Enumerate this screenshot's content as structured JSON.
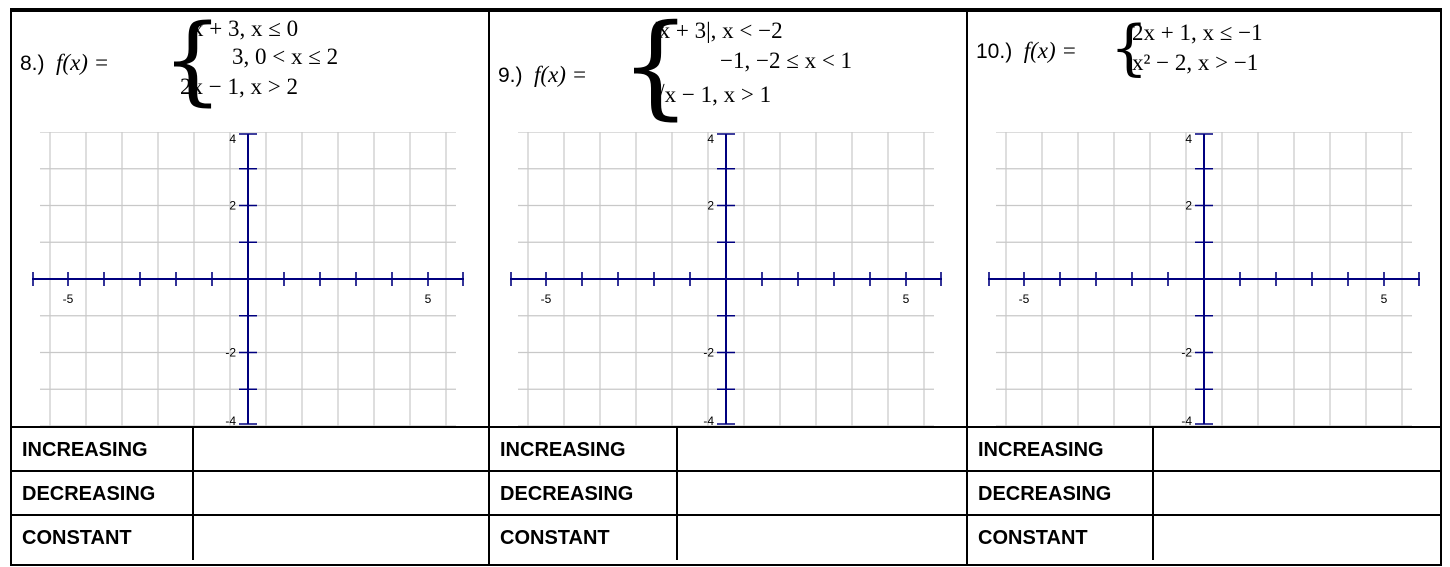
{
  "problems": [
    {
      "number": "8.)",
      "func": "f(x) =",
      "cases": [
        "x + 3,  x ≤ 0",
        "3,  0 < x ≤ 2",
        "2x − 1,  x > 2"
      ]
    },
    {
      "number": "9.)",
      "func": "f(x) =",
      "cases": [
        "|x + 3|,  x < −2",
        "−1,  −2 ≤ x < 1",
        "√x − 1,  x > 1"
      ]
    },
    {
      "number": "10.)",
      "func": "f(x) =",
      "cases": [
        "2x + 1,  x ≤ −1",
        "x² − 2,  x > −1"
      ]
    }
  ],
  "graph": {
    "xlim": [
      -6,
      6
    ],
    "ylim": [
      -4,
      4
    ],
    "x_tick_labels": [
      "-5",
      "5"
    ],
    "y_tick_labels": [
      "4",
      "2",
      "-2",
      "-4"
    ],
    "grid": true,
    "axis_color": "#00007f",
    "grid_color": "#c8c8c8"
  },
  "table": {
    "rows": [
      "INCREASING",
      "DECREASING",
      "CONSTANT"
    ]
  }
}
